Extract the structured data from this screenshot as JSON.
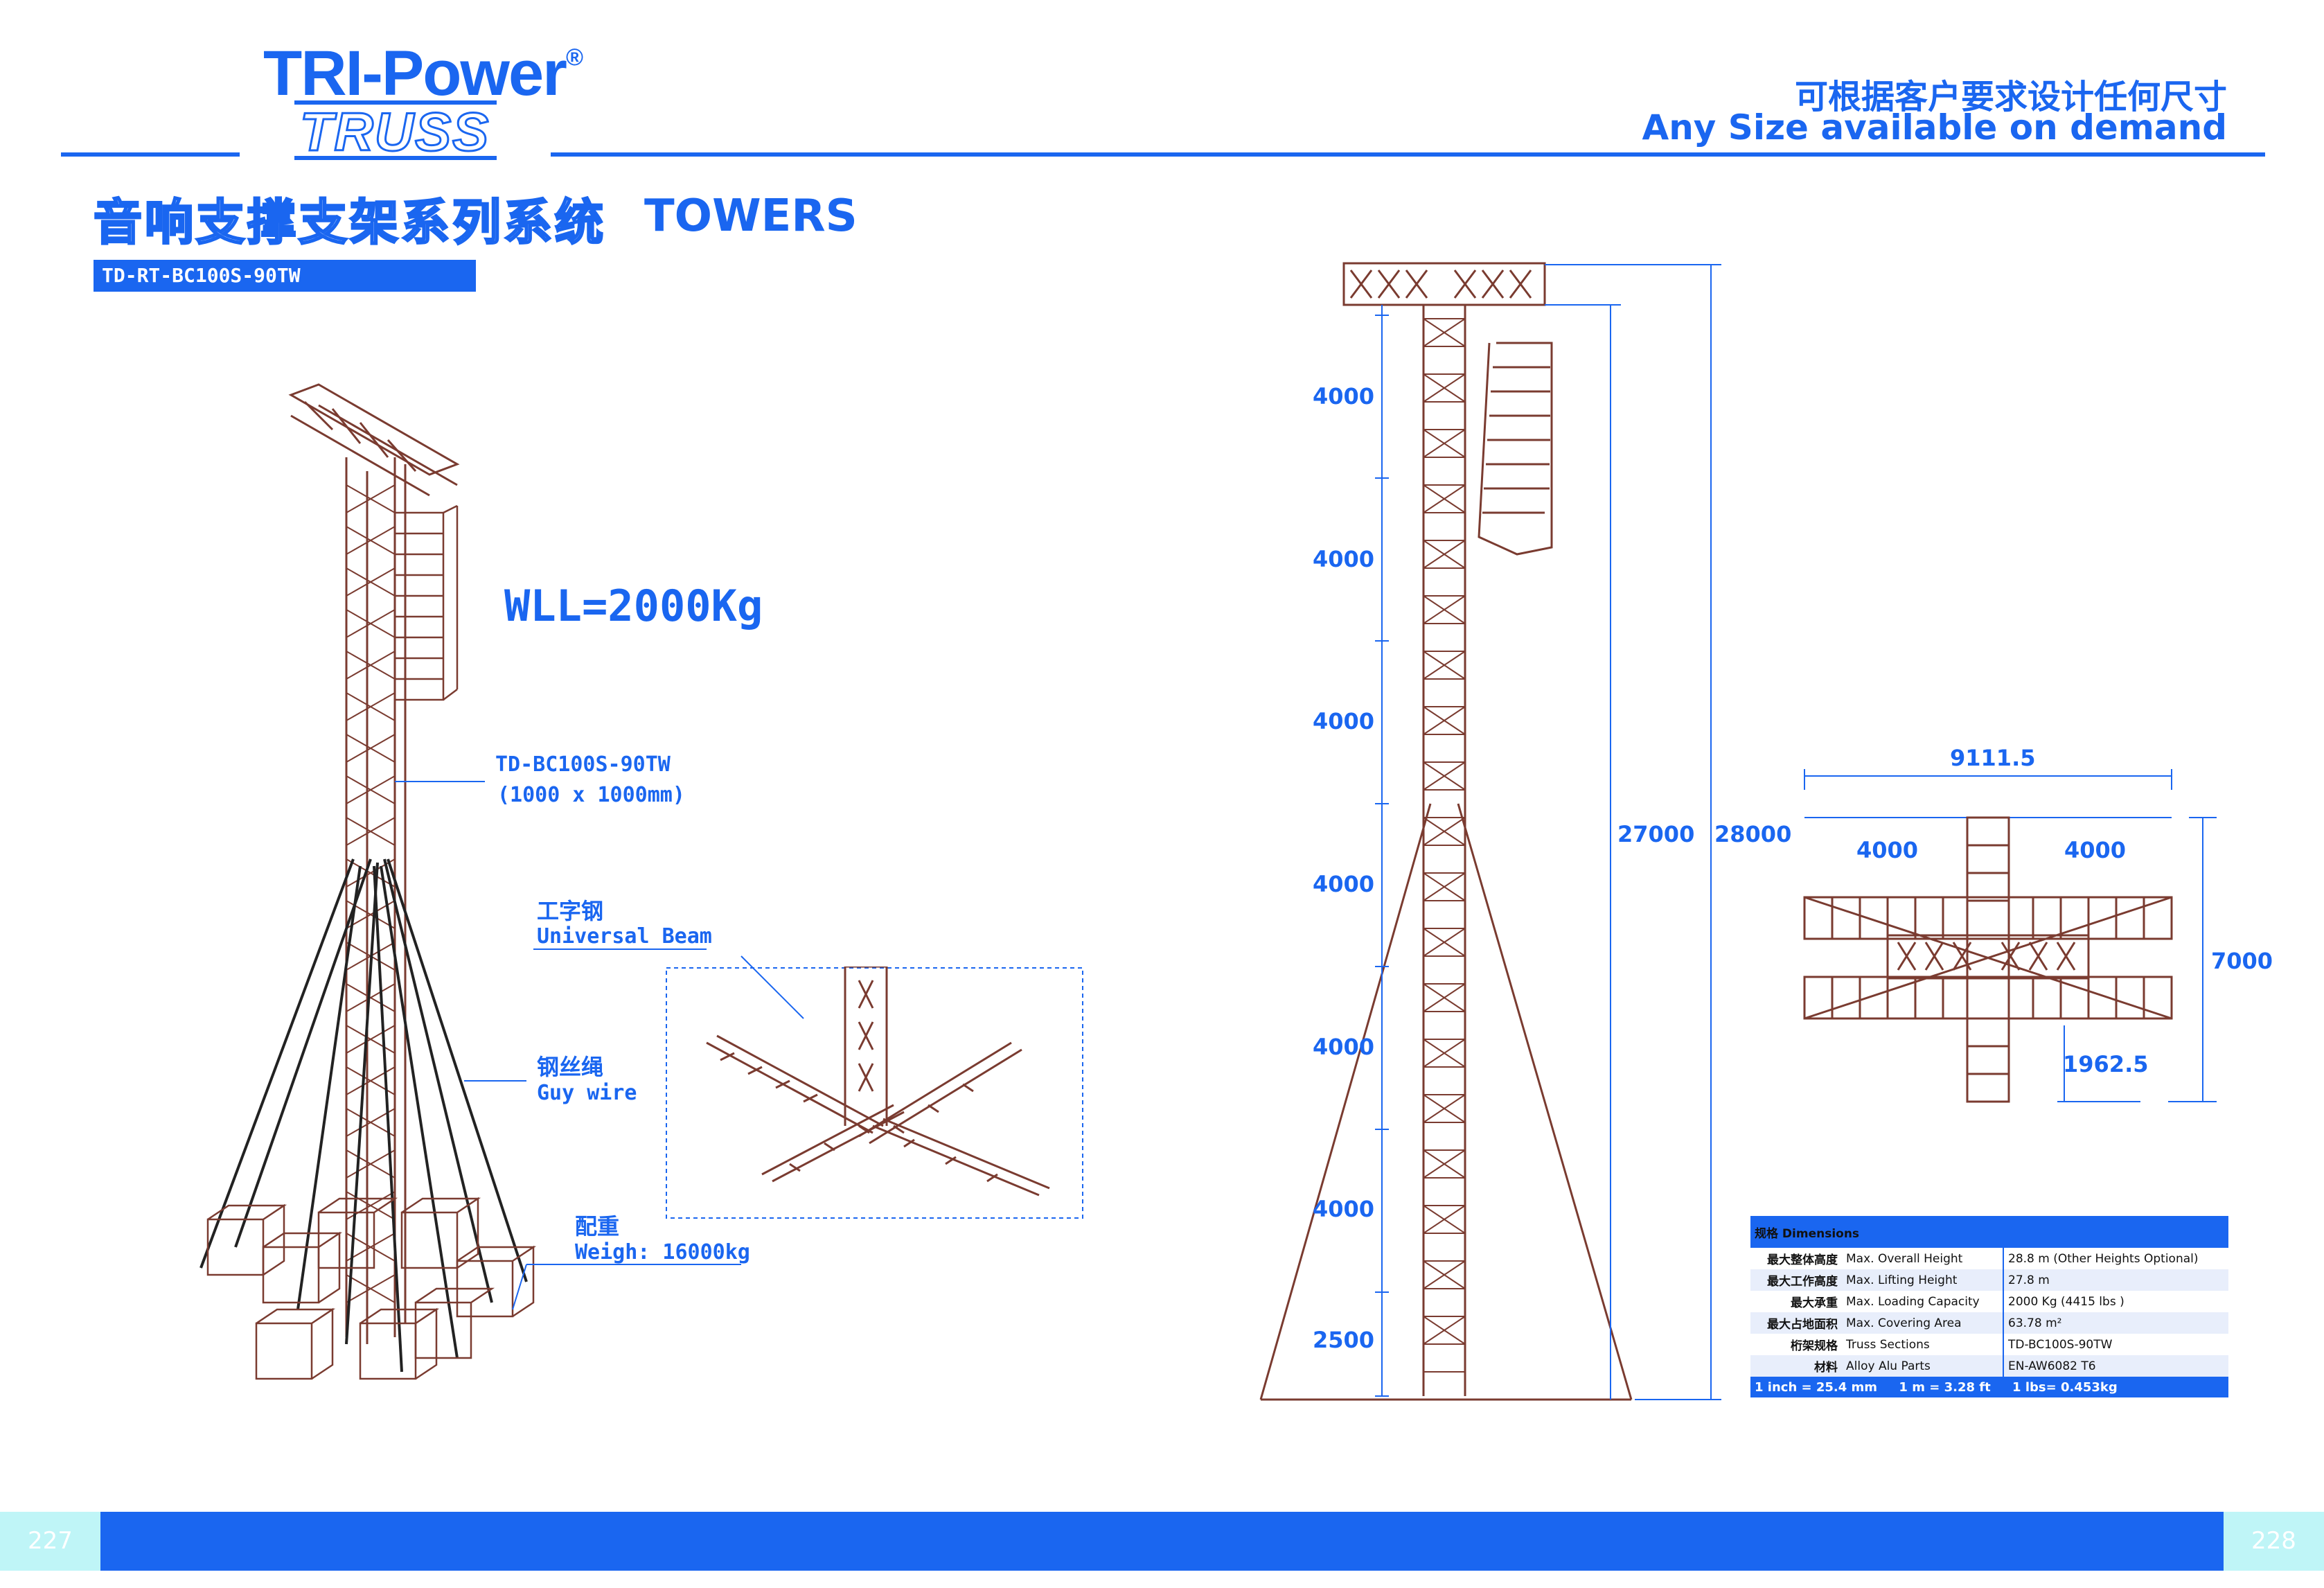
{
  "brand": {
    "name": "TRI-Power",
    "reg": "®",
    "sub": "TRUSS"
  },
  "tagline": {
    "cn": "可根据客户要求设计任何尺寸",
    "en": "Any Size available on demand"
  },
  "title": {
    "cn": "音响支撑支架系列系统",
    "en": "TOWERS"
  },
  "model_code": "TD-RT-BC100S-90TW",
  "wll": "WLL=2000Kg",
  "labels": {
    "truss_model": "TD-BC100S-90TW",
    "truss_size": "(1000 x 1000mm)",
    "beam_cn": "工字钢",
    "beam_en": "Universal Beam",
    "wire_cn": "钢丝绳",
    "wire_en": "Guy wire",
    "weight_cn": "配重",
    "weight_en": "Weigh: 16000kg"
  },
  "elevation": {
    "segments": [
      "4000",
      "4000",
      "4000",
      "4000",
      "4000",
      "4000",
      "2500"
    ],
    "lifting_height": "27000",
    "overall_height": "28000"
  },
  "plan": {
    "width": "9111.5",
    "left_arm": "4000",
    "right_arm": "4000",
    "depth": "7000",
    "offset": "1962.5"
  },
  "spec": {
    "header_cn": "规格",
    "header_en": "Dimensions",
    "rows": [
      {
        "cn": "最大整体高度",
        "en": "Max. Overall Height",
        "val": "28.8 m (Other Heights Optional)"
      },
      {
        "cn": "最大工作高度",
        "en": "Max. Lifting Height",
        "val": "27.8 m"
      },
      {
        "cn": "最大承重",
        "en": "Max. Loading Capacity",
        "val": "2000 Kg (4415 lbs )"
      },
      {
        "cn": "最大占地面积",
        "en": "Max. Covering Area",
        "val": "63.78 m²"
      },
      {
        "cn": "桁架规格",
        "en": "Truss Sections",
        "val": "TD-BC100S-90TW"
      },
      {
        "cn": "材料",
        "en": "Alloy Alu Parts",
        "val": "EN-AW6082 T6"
      }
    ],
    "footer": [
      "1 inch = 25.4 mm",
      "1 m = 3.28 ft",
      "1 lbs= 0.453kg"
    ]
  },
  "pages": {
    "left": "227",
    "right": "228"
  },
  "colors": {
    "accent": "#1a66f0",
    "line": "#7a3b30",
    "footer_num_bg": "#bff5f7"
  }
}
